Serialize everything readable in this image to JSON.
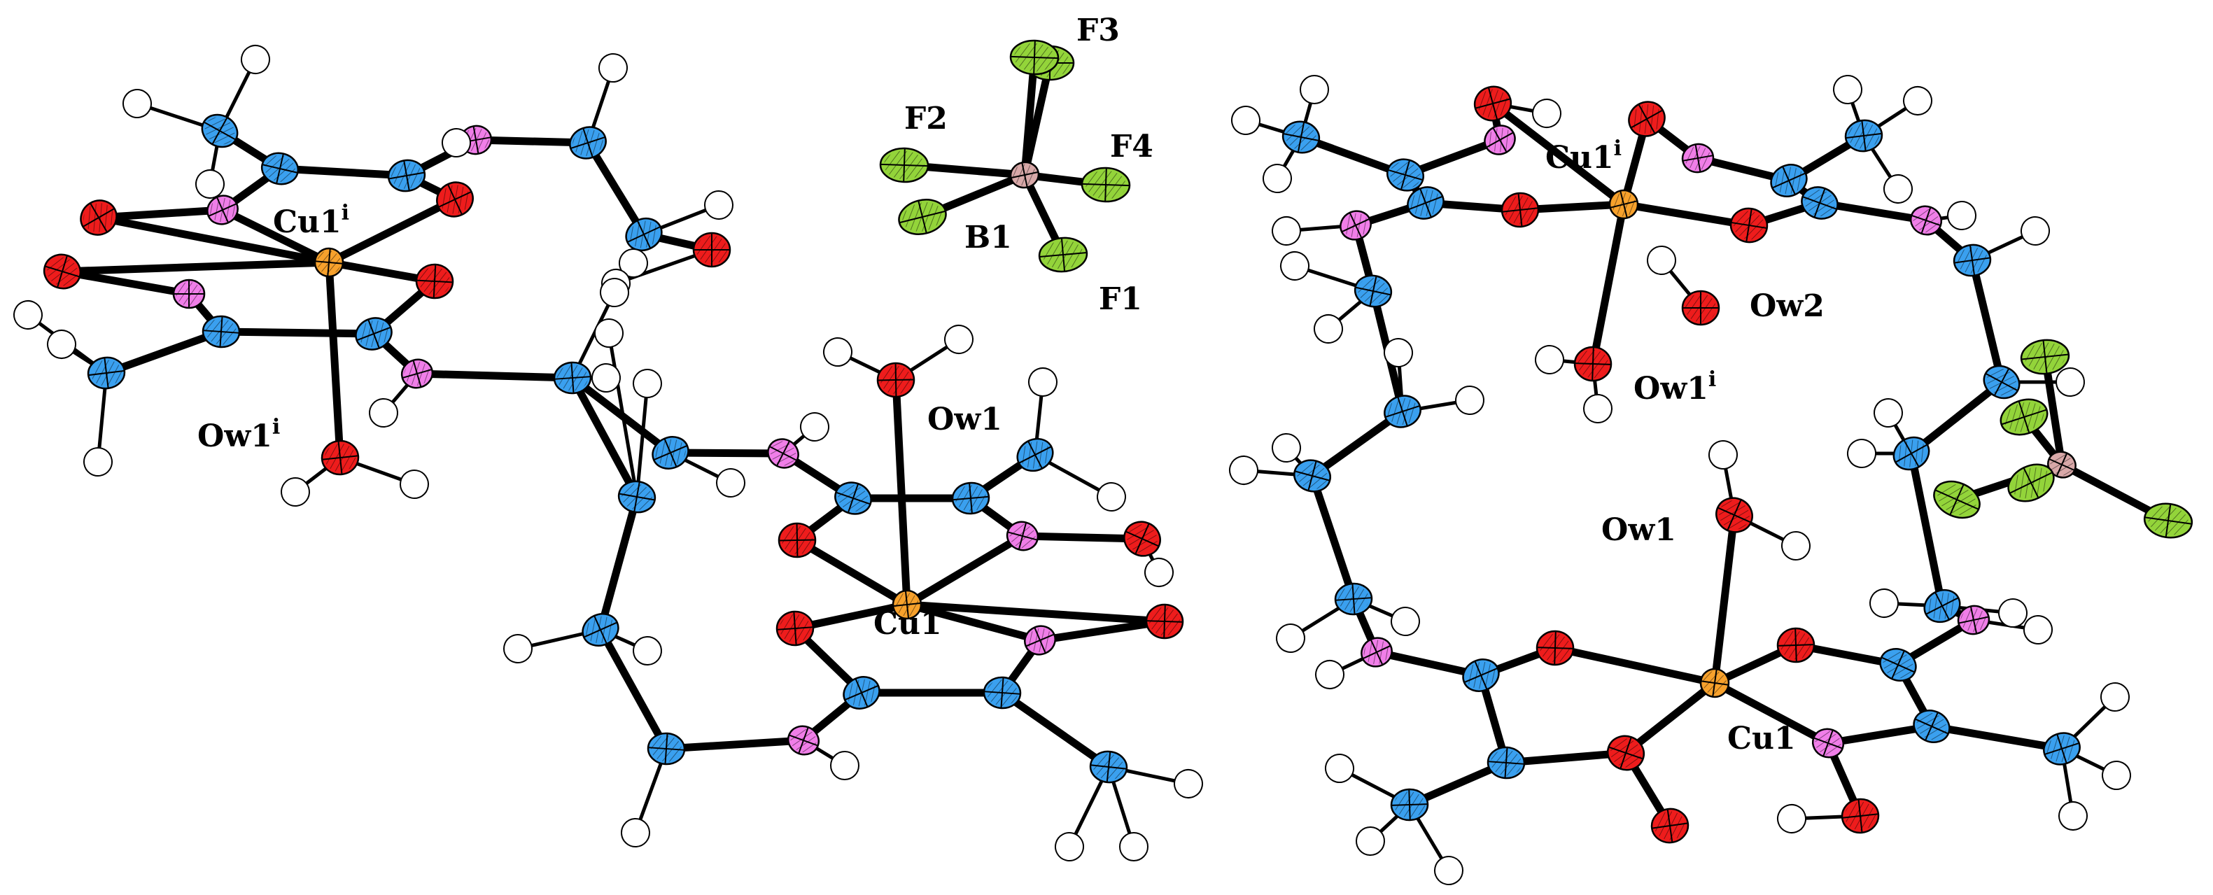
{
  "colors": {
    "bond": "#000000",
    "hydrogen": "#ffffff",
    "carbon": "#3aa0ef",
    "nitrogen": "#f07ee8",
    "oxygen": "#ee1c1c",
    "copper": "#f7a12c",
    "boron": "#d8a8a8",
    "fluorine": "#93d43a"
  },
  "labels": {
    "F3": "F3",
    "F2": "F2",
    "F4": "F4",
    "B1": "B1",
    "F1": "F1",
    "Cu1i_left": "Cu1",
    "Cu1i_left_sup": "i",
    "Ow1i_left": "Ow1",
    "Ow1i_left_sup": "i",
    "Ow1_mid": "Ow1",
    "Cu1_mid": "Cu1",
    "Cu1i_right": "Cu1",
    "Cu1i_right_sup": "i",
    "Ow2": "Ow2",
    "Ow1i_right": "Ow1",
    "Ow1i_right_sup": "i",
    "Ow1_right": "Ow1",
    "Cu1_right": "Cu1"
  }
}
